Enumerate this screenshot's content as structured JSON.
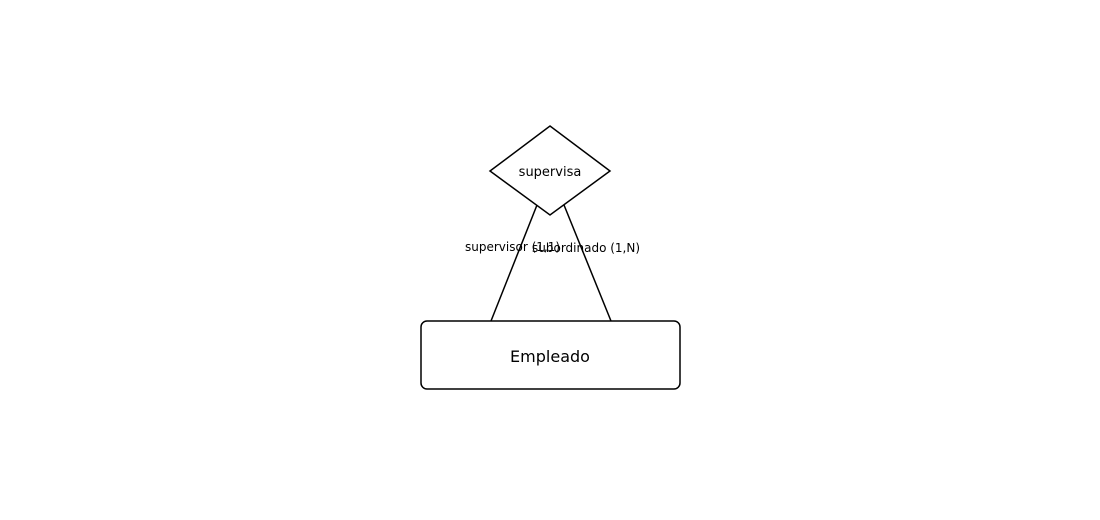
{
  "diagram": {
    "relationship": {
      "name": "supervisa"
    },
    "entity": {
      "name": "Empleado"
    },
    "roles": [
      {
        "label": "supervisor (1,1)"
      },
      {
        "label": "subordinado (1,N)"
      }
    ]
  }
}
